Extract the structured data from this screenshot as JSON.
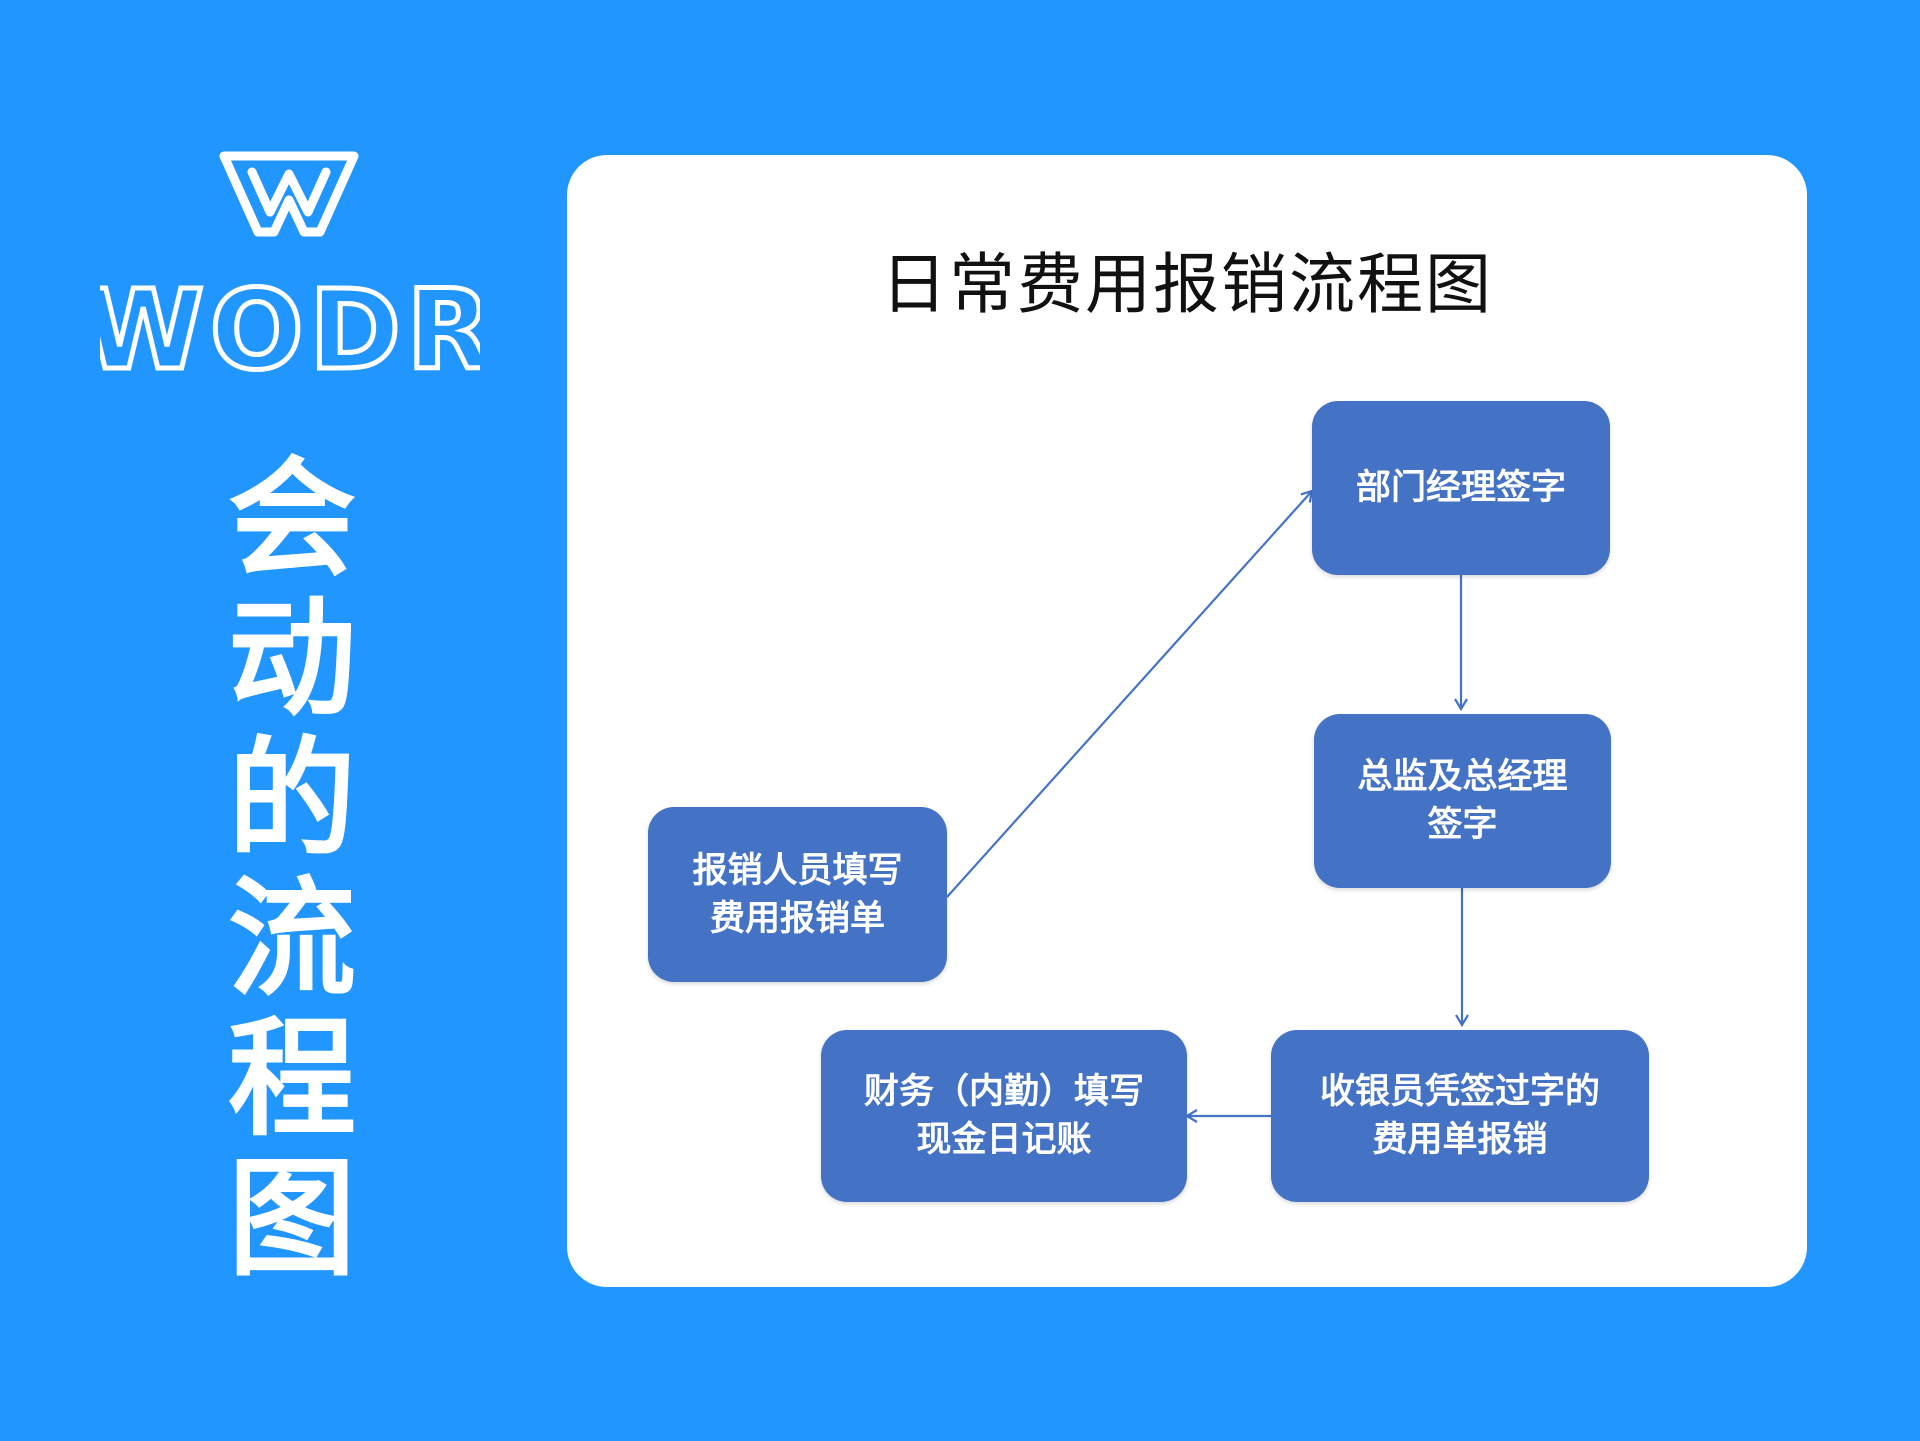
{
  "left_panel": {
    "brand": "WODR",
    "vertical_title": [
      "会",
      "动",
      "的",
      "流",
      "程",
      "图"
    ]
  },
  "diagram": {
    "title": "日常费用报销流程图",
    "nodes": {
      "submit": "报销人员填写\n费用报销单",
      "dept_manager": "部门经理签字",
      "director": "总监及总经理\n签字",
      "cashier": "收银员凭签过字的\n费用单报销",
      "finance": "财务（内勤）填写\n现金日记账"
    },
    "edges": [
      [
        "submit",
        "dept_manager"
      ],
      [
        "dept_manager",
        "director"
      ],
      [
        "director",
        "cashier"
      ],
      [
        "cashier",
        "finance"
      ]
    ]
  },
  "colors": {
    "background": "#2196FF",
    "card": "#FFFFFF",
    "node_fill": "#4472C4",
    "edge": "#4472C4"
  }
}
